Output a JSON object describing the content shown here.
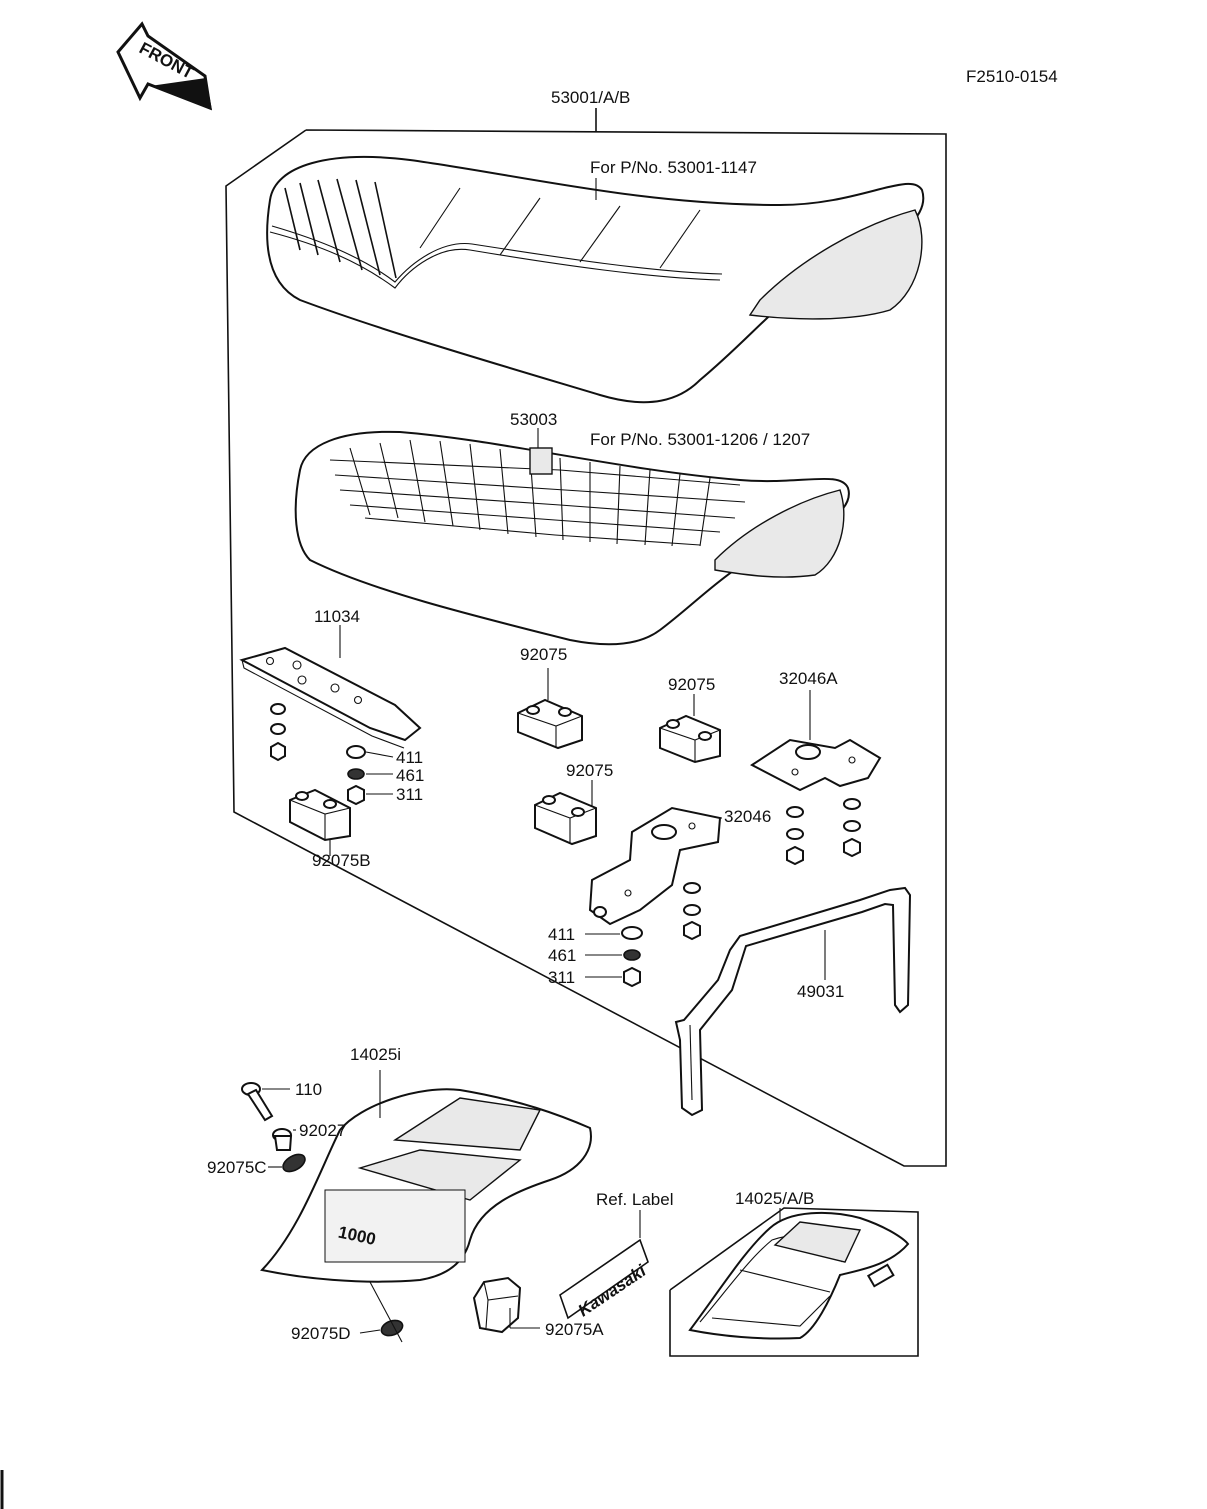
{
  "figure_code": "F2510-0154",
  "front_arrow_label": "FRONT",
  "callouts": {
    "seat_assy": "53001/A/B",
    "note_seat_1147": "For P/No. 53001-1147",
    "seat_base": "53003",
    "note_seat_1206": "For P/No. 53001-1206 / 1207",
    "plate_11034": "11034",
    "damper_top_a": "92075",
    "damper_top_b": "92075",
    "bracket_32046a": "32046A",
    "washer_411_left": "411",
    "washer_461_left": "461",
    "nut_311_left": "311",
    "damper_mid": "92075",
    "bracket_32046": "32046",
    "damper_92075b": "92075B",
    "washer_411_mid": "411",
    "washer_461_mid": "461",
    "nut_311_mid": "311",
    "grab_49031": "49031",
    "cover_14025i": "14025i",
    "bolt_110": "110",
    "collar_92027": "92027",
    "damper_92075c": "92075C",
    "ref_label": "Ref.  Label",
    "cover_14025ab": "14025/A/B",
    "damper_92075d": "92075D",
    "damper_92075a": "92075A",
    "label_brand": "Kawasaki",
    "cover_lettering": "1000"
  }
}
